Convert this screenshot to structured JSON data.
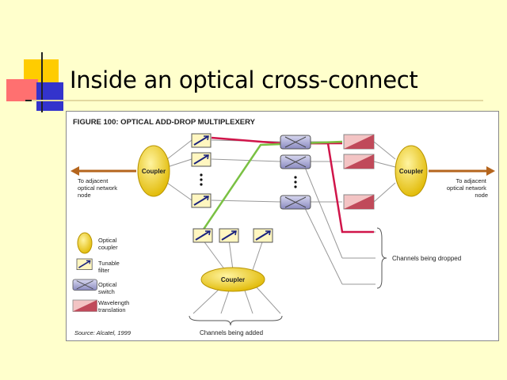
{
  "slide": {
    "title": "Inside an optical cross-connect"
  },
  "figure": {
    "title": "FIGURE 100: OPTICAL ADD-DROP MULTIPLEXERY",
    "coupler_label": "Coupler",
    "left_port_label": [
      "To adjacent",
      "optical network",
      "node"
    ],
    "right_port_label": [
      "To adjacent",
      "optical network",
      "node"
    ],
    "channels_dropped": "Channels being dropped",
    "channels_added": "Channels being added",
    "source": "Source: Alcatel, 1999",
    "legend": [
      {
        "key": "coupler",
        "lines": [
          "Optical",
          "coupler"
        ]
      },
      {
        "key": "filter",
        "lines": [
          "Tunable",
          "filter"
        ]
      },
      {
        "key": "switch",
        "lines": [
          "Optical",
          "switch"
        ]
      },
      {
        "key": "wavelength",
        "lines": [
          "Wavelength",
          "translation"
        ]
      }
    ]
  },
  "colors": {
    "background": "#ffffcc",
    "coupler_fill": "#f5d200",
    "port_arrow": "#b5651d",
    "red_path": "#d0154a",
    "green_path": "#7ac143",
    "switch_fill": "#9090c8",
    "deco_yellow": "#ffcc00",
    "deco_red": "#ff5050",
    "deco_blue": "#3333cc"
  },
  "icons": [
    "tunable-filter-icon",
    "optical-switch-icon",
    "wavelength-translation-icon",
    "coupler-icon"
  ]
}
